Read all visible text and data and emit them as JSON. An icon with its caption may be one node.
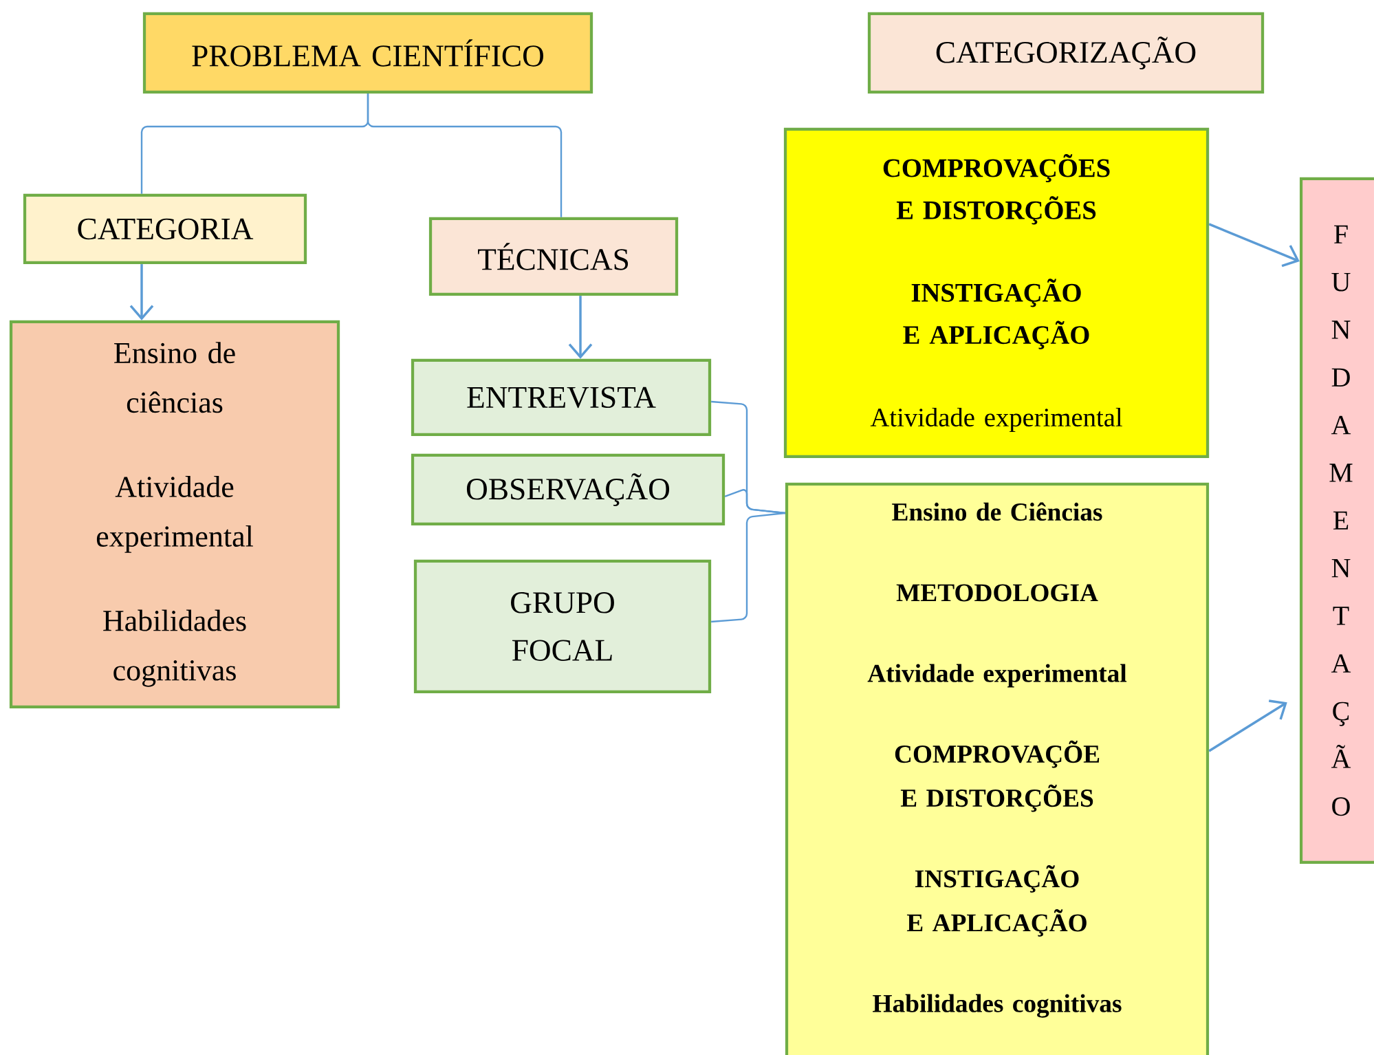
{
  "diagram": {
    "nodes": [
      {
        "text": [
          "PROBLEMA CIENTÍFICO"
        ]
      },
      {
        "text": [
          "CATEGORIZAÇÃO"
        ]
      },
      {
        "text": [
          "CATEGORIA"
        ]
      },
      {
        "text": [
          "TÉCNICAS"
        ]
      },
      {
        "text": [
          "Ensino de ciências",
          "Atividade experimental",
          "Habilidades cognitivas"
        ]
      },
      {
        "text": [
          "ENTREVISTA"
        ]
      },
      {
        "text": [
          "OBSERVAÇÃO"
        ]
      },
      {
        "text": [
          "GRUPO FOCAL"
        ]
      },
      {
        "text": [
          "COMPROVAÇÕES E DISTORÇÕES",
          "INSTIGAÇÃO E APLICAÇÃO",
          "Atividade experimental"
        ]
      },
      {
        "text": [
          "Ensino de Ciências",
          "METODOLOGIA",
          "Atividade experimental",
          "COMPROVAÇÕE E DISTORÇÕES",
          "INSTIGAÇÃO E APLICAÇÃO",
          "Habilidades cognitivas"
        ]
      },
      {
        "text": [
          "FUNDAMENTAÇÃO"
        ]
      }
    ],
    "edges": [
      {
        "from": 0,
        "to": 2,
        "arrow": "none"
      },
      {
        "from": 0,
        "to": 3,
        "arrow": "none"
      },
      {
        "from": 2,
        "to": 4,
        "arrow": "to"
      },
      {
        "from": 3,
        "to": 5,
        "arrow": "to"
      },
      {
        "from": 5,
        "to": 9,
        "arrow": "none"
      },
      {
        "from": 6,
        "to": 9,
        "arrow": "none"
      },
      {
        "from": 7,
        "to": 9,
        "arrow": "none"
      },
      {
        "from": 8,
        "to": 10,
        "arrow": "to"
      },
      {
        "from": 9,
        "to": 10,
        "arrow": "to"
      }
    ]
  }
}
